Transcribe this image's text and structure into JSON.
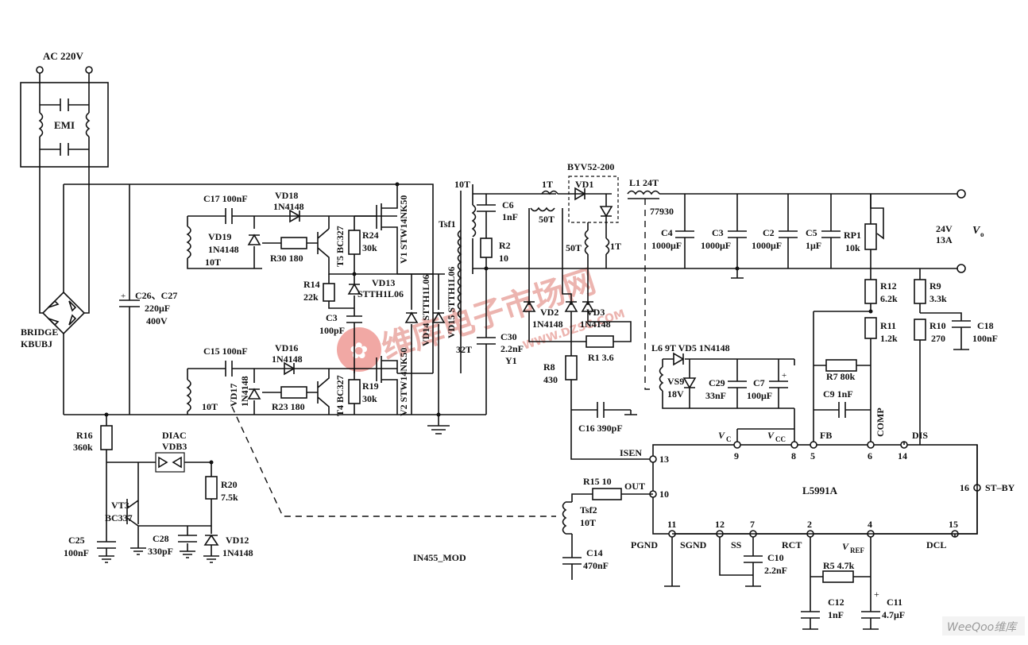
{
  "labels": {
    "ac": "AC 220V",
    "emi": "EMI",
    "bridge": "BRIDGE",
    "kbubj": "KBUBJ",
    "c26": "C26、C27",
    "c26v": "220μF",
    "c26w": "400V",
    "r16": "R16",
    "r16v": "360k",
    "diac": "DIAC",
    "vdb3": "VDB3",
    "vt3": "VT3",
    "bc337": "BC337",
    "r20": "R20",
    "r20v": "7.5k",
    "c25": "C25",
    "c25v": "100nF",
    "c28": "C28",
    "c28v": "330pF",
    "vd12": "VD12",
    "vd12v": "1N4148",
    "in455": "IN455_MOD",
    "c17": "C17 100nF",
    "vd18": "VD18",
    "vd18v": "1N4148",
    "vd19": "VD19",
    "vd19v": "1N4148",
    "t10a": "10T",
    "r30": "R30 180",
    "t5": "T5 BC327",
    "r24": "R24",
    "r24v": "30k",
    "v1": "V1 STW14NK50",
    "r14": "R14",
    "r14v": "22k",
    "vd13": "VD13",
    "vd13v": "STTH1L06",
    "c3a": "C3",
    "c3av": "100pF",
    "vd14": "VD14 STTH1L06",
    "vd15": "VD15 STTH1L06",
    "c15": "C15 100nF",
    "vd16": "VD16",
    "vd16v": "1N4148",
    "vd17": "VD17",
    "vd17v": "1N4148",
    "t10b": "10T",
    "r23": "R23 180",
    "t4": "T4 BC327",
    "r19": "R19",
    "r19v": "30k",
    "v2": "V2 STW14NK50",
    "t10c": "10T",
    "tsf1": "Tsf1",
    "t32": "32T",
    "c6": "C6",
    "c6v": "1nF",
    "r2": "R2",
    "r2v": "10",
    "c30": "C30",
    "c30v": "2.2nF",
    "y1": "Y1",
    "t1a": "1T",
    "t50a": "50T",
    "byv": "BYV52-200",
    "vd1": "VD1",
    "l1": "L1 24T",
    "n77930": "77930",
    "t50b": "50T",
    "t1b": "1T",
    "c4": "C4",
    "c4v": "1000μF",
    "c3": "C3",
    "c3v": "1000μF",
    "c2": "C2",
    "c2v": "1000μF",
    "c5": "C5",
    "c5v": "1μF",
    "rp1": "RP1",
    "rp1v": "10k",
    "out24": "24V",
    "out13": "13A",
    "vo": "V",
    "vosub": "o",
    "vd2": "VD2",
    "vd2v": "1N4148",
    "vd3": "VD3",
    "vd3v": "1N4148",
    "r1": "R1 3.6",
    "r8": "R8",
    "r8v": "430",
    "c16": "C16 390pF",
    "l6": "L6 9T VD5 1N4148",
    "vs9": "VS9",
    "vs9v": "18V",
    "c29": "C29",
    "c29v": "33nF",
    "c7": "C7",
    "c7v": "100μF",
    "r12": "R12",
    "r12v": "6.2k",
    "r11": "R11",
    "r11v": "1.2k",
    "r9": "R9",
    "r9v": "3.3k",
    "r10": "R10",
    "r10v": "270",
    "c18": "C18",
    "c18v": "100nF",
    "r7": "R7 80k",
    "c9": "C9 1nF",
    "vc": "V",
    "vcsub": "C",
    "vcc": "V",
    "vccsub": "CC",
    "fb": "FB",
    "comp": "COMP",
    "dis": "DIS",
    "isen": "ISEN",
    "r15": "R15 10",
    "out": "OUT",
    "tsf2": "Tsf2",
    "t10d": "10T",
    "c14": "C14",
    "c14v": "470nF",
    "ic": "L5991A",
    "stby": "ST–BY",
    "pgnd": "PGND",
    "sgnd": "SGND",
    "ss": "SS",
    "rct": "RCT",
    "vref": "V",
    "vrefsub": "REF",
    "dcl": "DCL",
    "c10": "C10",
    "c10v": "2.2nF",
    "r5": "R5 4.7k",
    "c12": "C12",
    "c12v": "1nF",
    "c11": "C11",
    "c11v": "4.7μF",
    "p13": "13",
    "p10": "10",
    "p9": "9",
    "p8": "8",
    "p5": "5",
    "p6": "6",
    "p14": "14",
    "p16": "16",
    "p11": "11",
    "p12": "12",
    "p7": "7",
    "p2": "2",
    "p4": "4",
    "p15": "15"
  },
  "watermark": {
    "main": "维库电子市场网",
    "url": "WWW.DZSC.COM",
    "footer": "WeeQoo维库"
  },
  "colors": {
    "ink": "#111111",
    "watermark": "#e9a7a2"
  }
}
